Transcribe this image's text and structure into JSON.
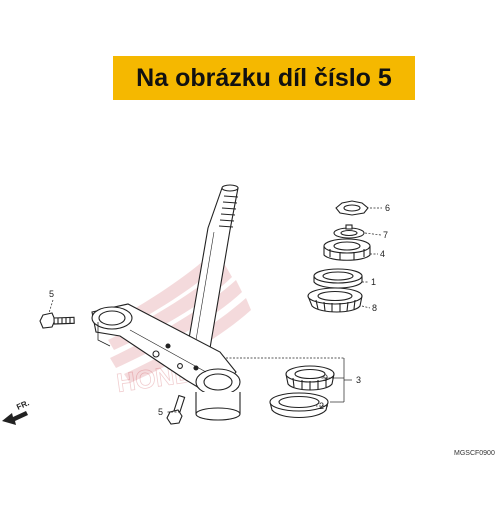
{
  "banner": {
    "text": "Na obrázku díl číslo 5",
    "color": "#f5b800"
  },
  "front_marker": {
    "label": "FR.",
    "icon": "front-arrow-icon"
  },
  "drawing_code": "MGSCF0900",
  "watermark": {
    "text": "HONDA",
    "icon": "honda-wing-logo-icon"
  },
  "callouts": {
    "bolt_upper": "5",
    "bolt_lower": "5",
    "locknut": "6",
    "lock_washer": "7",
    "adjusting_nut": "4",
    "dust_seal": "1",
    "upper_bearing": "8",
    "lower_bearing": "9",
    "lower_dust_seal": "2",
    "lower_group": "3"
  }
}
